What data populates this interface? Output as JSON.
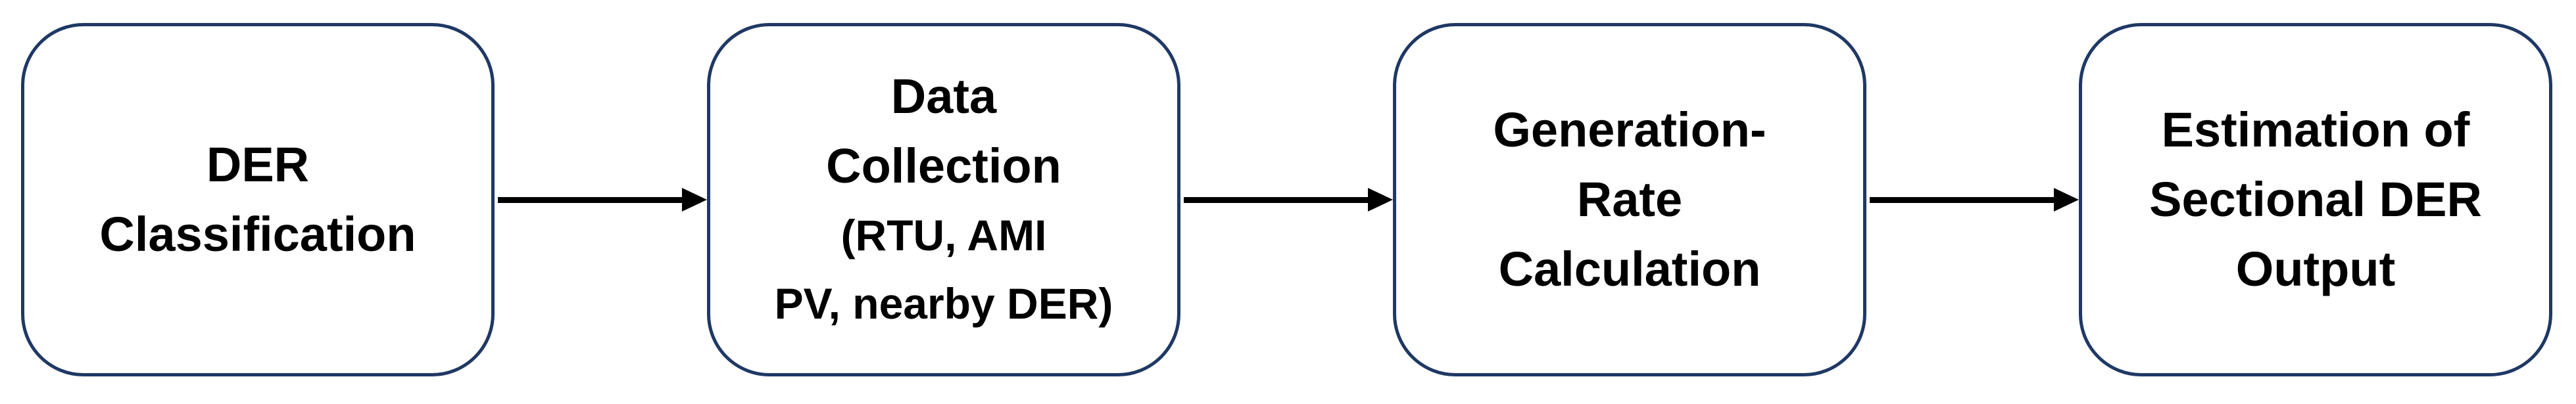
{
  "diagram": {
    "steps": [
      {
        "lines": [
          "DER",
          "Classification"
        ]
      },
      {
        "lines": [
          "Data",
          "Collection"
        ],
        "sublines": [
          "(RTU, AMI",
          "PV, nearby DER)"
        ]
      },
      {
        "lines": [
          "Generation-",
          "Rate",
          "Calculation"
        ]
      },
      {
        "lines": [
          "Estimation of",
          "Sectional DER",
          "Output"
        ]
      }
    ],
    "colors": {
      "box_border": "#1f3864",
      "box_fill": "#ffffff",
      "text": "#000000",
      "arrow": "#000000"
    }
  }
}
